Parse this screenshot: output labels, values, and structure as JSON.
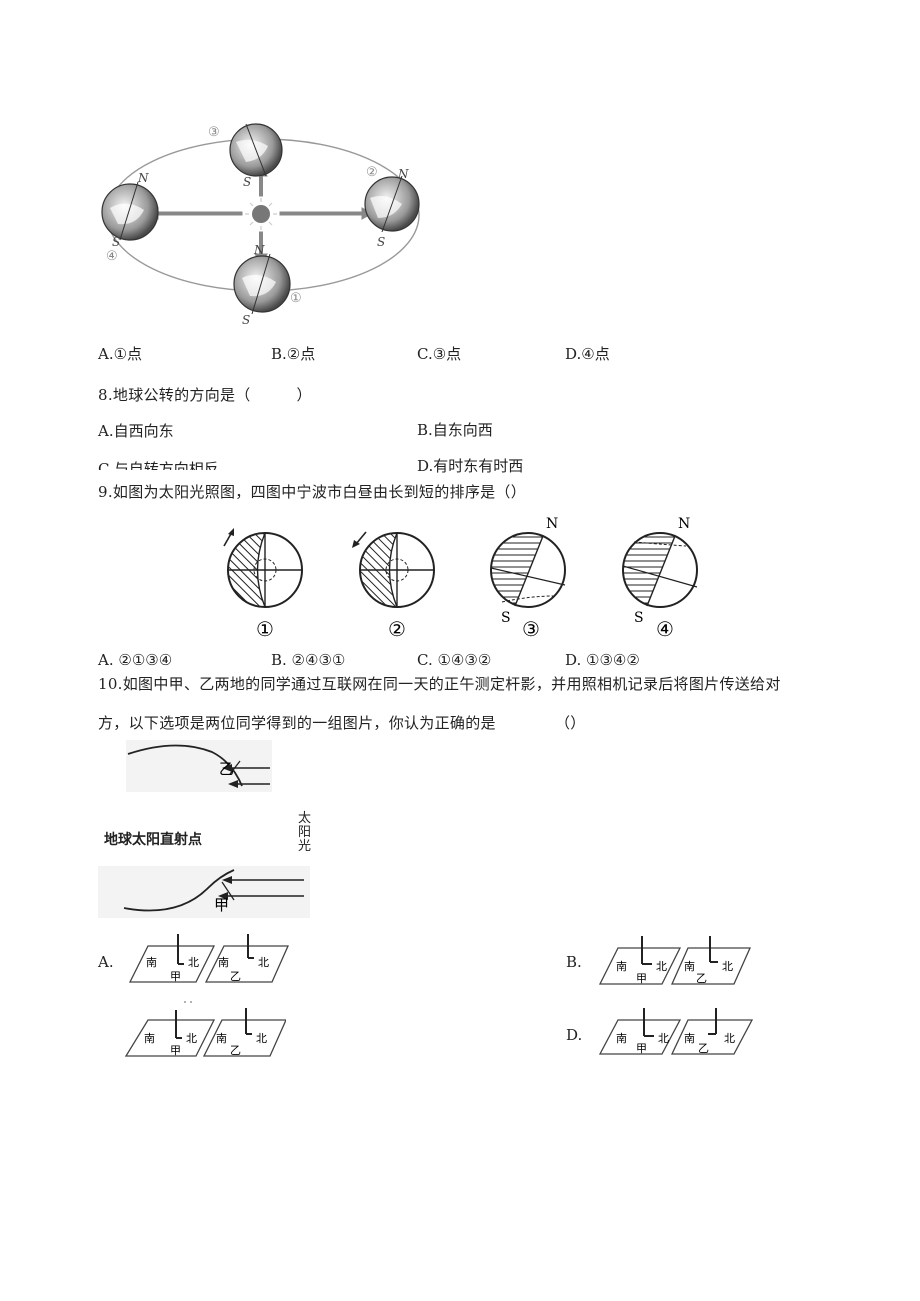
{
  "q7": {
    "orbit_labels": {
      "p1": "①",
      "p2": "②",
      "p3": "③",
      "p4": "④",
      "n": "N",
      "s": "S"
    },
    "options": [
      "A.①点",
      "B.②点",
      "C.③点",
      "D.④点"
    ]
  },
  "q8": {
    "stem": "8.地球公转的方向是（　　　）",
    "options": [
      "A.自西向东",
      "B.自东向西",
      "C.与自转方向相反",
      "D.有时东有时西"
    ]
  },
  "q9": {
    "stem": "9.如图为太阳光照图，四图中宁波市白昼由长到短的排序是（）",
    "diagram_labels": {
      "n1": "①",
      "n2": "②",
      "n3": "③",
      "n4": "④",
      "n": "N",
      "s": "S"
    },
    "options": [
      "A. ②①③④",
      "B. ②④③①",
      "C. ①④③②",
      "D. ①③④②"
    ]
  },
  "q10": {
    "stem_line1": "10.如图中甲、乙两地的同学通过互联网在同一天的正午测定杆影，并用照相机记录后将图片传送给对",
    "stem_line2": "方，以下选项是两位同学得到的一组图片，你认为正确的是",
    "stem_bracket": "（）",
    "label_yi": "乙",
    "label_jia": "甲",
    "label_subsolar": "地球太阳直射点",
    "label_sunlight": "太阳光",
    "option_letters": [
      "A.",
      "B.",
      "D."
    ],
    "panel_labels": {
      "south": "南",
      "north": "北",
      "jia": "甲",
      "yi": "乙"
    }
  }
}
